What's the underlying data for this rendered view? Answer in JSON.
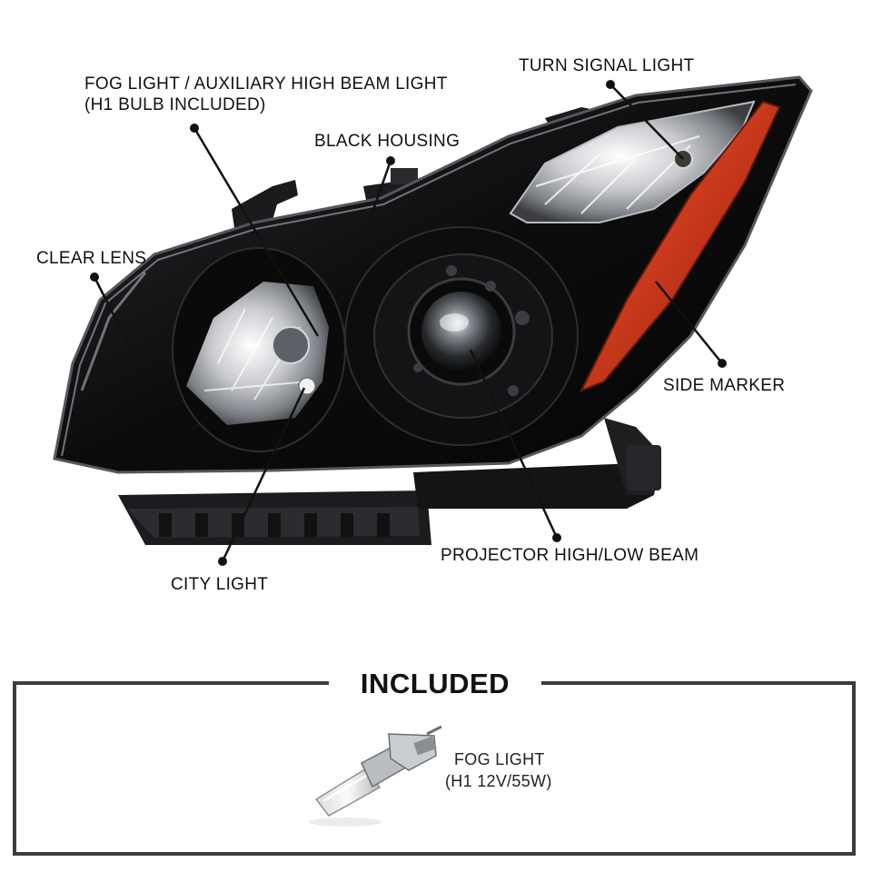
{
  "callouts": {
    "turn_signal": "TURN SIGNAL LIGHT",
    "fog_light_line1": "FOG LIGHT / AUXILIARY HIGH BEAM LIGHT",
    "fog_light_line2": "(H1 BULB INCLUDED)",
    "black_housing": "BLACK HOUSING",
    "clear_lens": "CLEAR LENS",
    "side_marker": "SIDE MARKER",
    "projector": "PROJECTOR HIGH/LOW BEAM",
    "city_light": "CITY LIGHT"
  },
  "included": {
    "title": "INCLUDED",
    "bulb_line1": "FOG LIGHT",
    "bulb_line2": "(H1 12V/55W)"
  },
  "colors": {
    "housing": "#0b0b0c",
    "amber_marker": "#c8301a",
    "frame": "#3a3d42"
  }
}
